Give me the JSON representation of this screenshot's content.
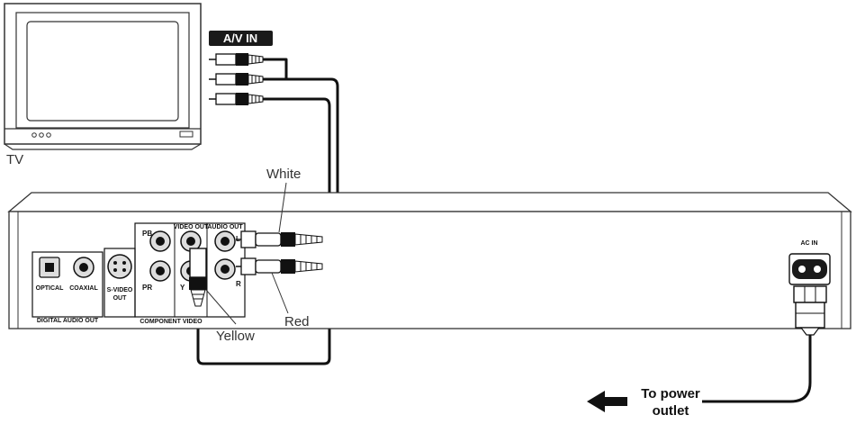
{
  "labels": {
    "tv": "TV",
    "av_in": "A/V IN",
    "white": "White",
    "red": "Red",
    "yellow": "Yellow",
    "power_line1": "To power",
    "power_line2": "outlet",
    "ac_in": "AC IN"
  },
  "panel": {
    "optical": "OPTICAL",
    "coaxial": "COAXIAL",
    "digital_audio_out": "DIGITAL AUDIO OUT",
    "s_video": "S-VIDEO",
    "s_video_out": "OUT",
    "component_video": "COMPONENT VIDEO",
    "pb": "PB",
    "pr": "PR",
    "y": "Y",
    "video_out": "VIDEO OUT",
    "audio_out": "AUDIO OUT",
    "l": "L",
    "r": "R"
  }
}
